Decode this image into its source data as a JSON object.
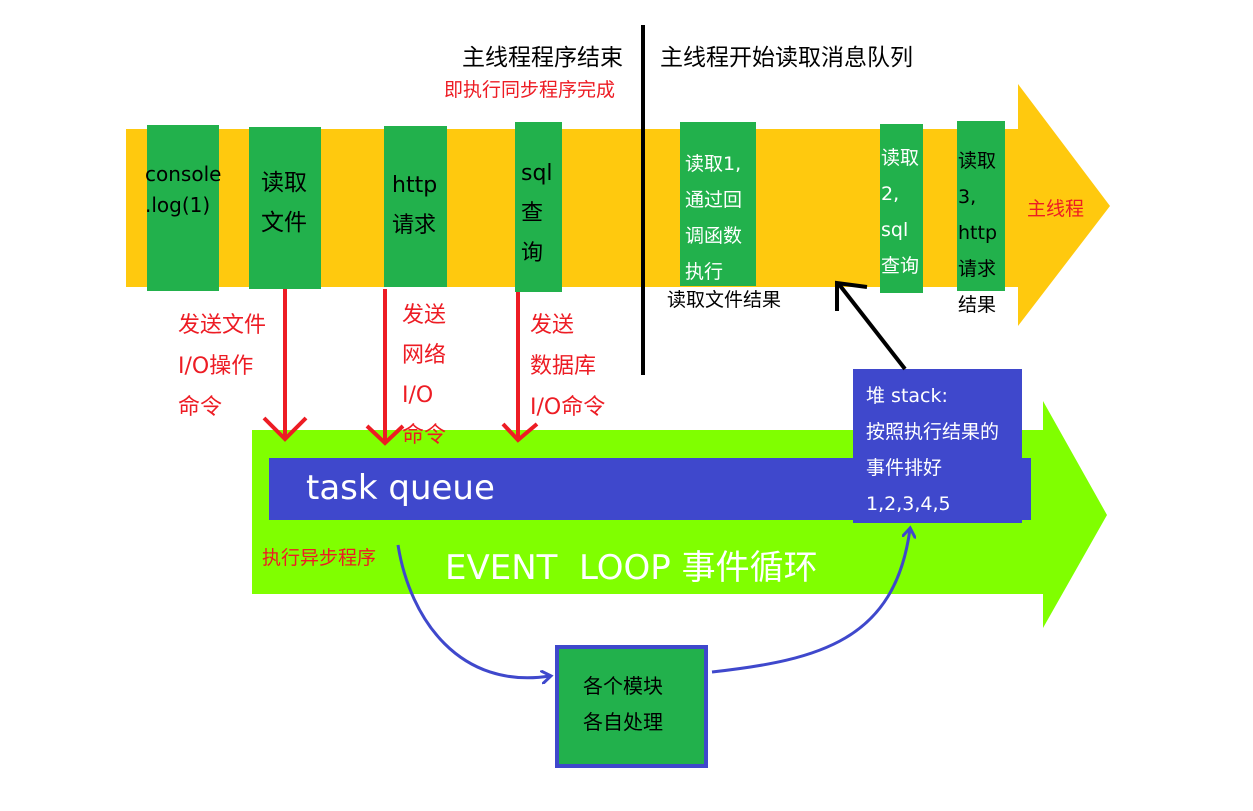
{
  "header": {
    "main_thread_end": "主线程程序结束",
    "main_thread_end_sub": "即执行同步程序完成",
    "main_thread_read_queue": "主线程开始读取消息队列"
  },
  "main_thread": {
    "label": "主线程",
    "sync_tasks": [
      {
        "text": "console\n.log(1)"
      },
      {
        "text": "读取\n文件"
      },
      {
        "text": "http\n请求"
      },
      {
        "text": "sql\n查\n询"
      }
    ],
    "callbacks": [
      {
        "text": "读取1,\n通过回\n调函数\n执行"
      },
      {
        "text": "读取\n2,\nsql\n查询"
      },
      {
        "text": "读取3,\nhttp\n请求\n结果"
      }
    ],
    "read_file_result": "读取文件结果"
  },
  "commands": [
    {
      "text": "发送文件\nI/O操作\n命令"
    },
    {
      "text": "发送\n网络\nI/O\n命令"
    },
    {
      "text": "发送\n数据库\nI/O命令"
    }
  ],
  "event_loop": {
    "task_queue": "task queue",
    "label": "EVENT  LOOP 事件循环",
    "async_label": "执行异步程序",
    "stack_text": "堆 stack:\n按照执行结果的\n事件排好\n1,2,3,4,5",
    "modules_text": "各个模块\n各自处理"
  },
  "colors": {
    "main_thread_arrow": "#ffc90e",
    "event_loop_arrow": "#80ff00",
    "task_box": "#22b14c",
    "queue_box": "#3f48cc",
    "red": "#ed1c24",
    "white": "#ffffff"
  }
}
